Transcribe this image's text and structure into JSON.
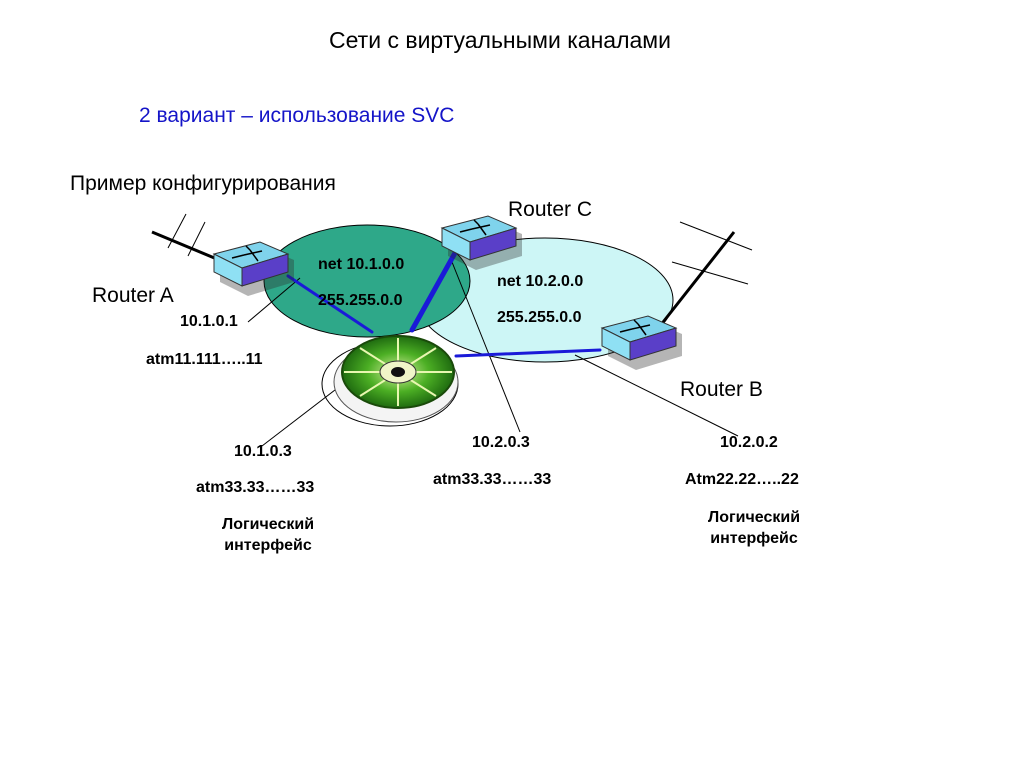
{
  "slide": {
    "title": "Сети с виртуальными каналами",
    "subtitle": "2 вариант – использование SVC",
    "example_heading": "Пример конфигурирования"
  },
  "routers": {
    "a": "Router A",
    "b": "Router B",
    "c": "Router C"
  },
  "networks": {
    "net1": {
      "name": "net 10.1.0.0",
      "mask": "255.255.0.0",
      "color": "#2ea889"
    },
    "net2": {
      "name": "net 10.2.0.0",
      "mask": "255.255.0.0",
      "color": "#cdf6f6"
    }
  },
  "labels": {
    "router_a_ip": "10.1.0.1",
    "router_a_atm": "atm11.111…..11",
    "li1_ip": "10.1.0.3",
    "li1_atm": "atm33.33……33",
    "li1_caption": "Логический интерфейс",
    "li2_ip": "10.2.0.3",
    "li2_atm": "atm33.33……33",
    "router_b_ip": "10.2.0.2",
    "router_b_atm": "Atm22.22…..22",
    "router_b_caption": "Логический интерфейс"
  },
  "colors": {
    "link": "#1a1ad8",
    "router_top": "#7fd3ec",
    "router_side": "#5a3fc8",
    "switch_disk": "#3a9a1a"
  }
}
